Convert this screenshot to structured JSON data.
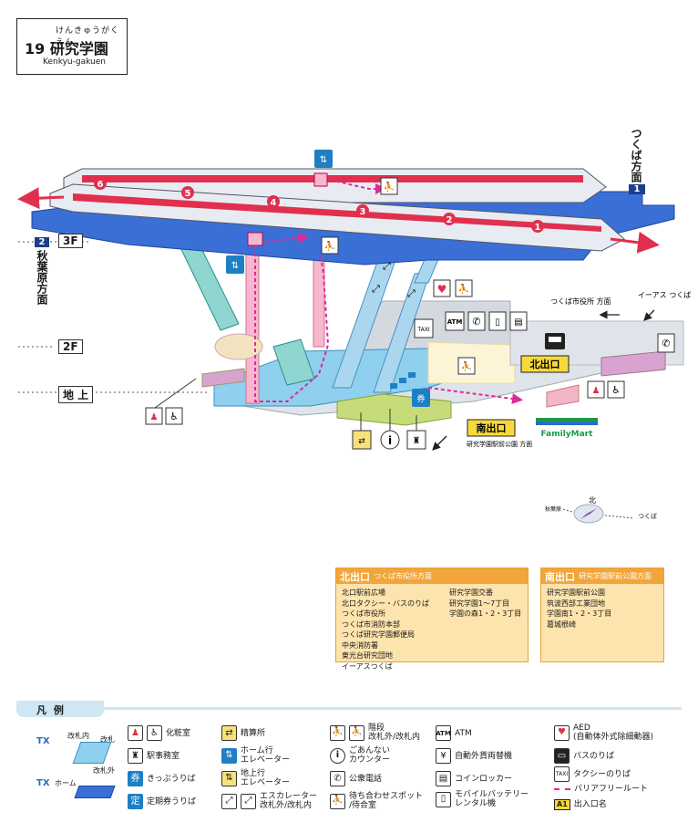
{
  "station": {
    "ruby": "けんきゅうがくえん",
    "number_name": "19 研究学園",
    "romaji": "Kenkyu-gakuen"
  },
  "floors": {
    "f3": "3F",
    "f2": "2F",
    "ground": "地 上"
  },
  "directions": {
    "tsukuba": "つくば方面",
    "tsukuba_num": "1",
    "akihabara": "秋葉原方面",
    "akihabara_num": "2",
    "city_office": "つくば市役所\n方面",
    "iias": "イーアス\nつくば",
    "research_park": "研究学園駅前公園 方面"
  },
  "car_numbers": [
    "6",
    "5",
    "4",
    "3",
    "2",
    "1"
  ],
  "exits": {
    "north": "北出口",
    "south": "南出口"
  },
  "facilities": {
    "familymart": "FamilyMart",
    "atm": "ATM",
    "taxi": "TAXI"
  },
  "compass": {
    "north": "北",
    "akihabara": "秋葉原",
    "tsukuba": "つくば"
  },
  "north_info": {
    "exit": "北出口",
    "direction": "つくば市役所方面",
    "col1": [
      "北口駅前広場",
      "北口タクシー・バスのりば",
      "つくば市役所",
      "つくば市消防本部",
      "つくば研究学園郵便局",
      "中央消防署",
      "東光台研究団地",
      "イーアスつくば"
    ],
    "col2": [
      "研究学園交番",
      "研究学園1～7丁目",
      "学園の森1・2・3丁目"
    ]
  },
  "south_info": {
    "exit": "南出口",
    "direction": "研究学園駅前公園方面",
    "items": [
      "研究学園駅前公園",
      "筑波西部工業団地",
      "学園南1・2・3丁目",
      "葛城根崎"
    ]
  },
  "legend": {
    "title": "凡 例",
    "gate_inside": "改札内",
    "gate": "改札",
    "gate_outside": "改札外",
    "platform": "ホーム",
    "items": {
      "restroom": "化粧室",
      "station_office": "駅事務室",
      "ticket": "きっぷうりば",
      "commuter_pass": "定期券うりば",
      "fare_adjust": "精算所",
      "platform_elevator": "ホーム行\nエレベーター",
      "ground_elevator": "地上行\nエレベーター",
      "escalator": "エスカレーター\n改札外/改札内",
      "stairs": "階段\n改札外/改札内",
      "info_counter": "ごあんない\nカウンター",
      "public_phone": "公衆電話",
      "waiting": "待ち合わせスポット\n/待合室",
      "atm": "ATM",
      "exchange": "自動外貨両替機",
      "locker": "コインロッカー",
      "battery": "モバイルバッテリー\nレンタル機",
      "aed": "AED\n(自動体外式除細動器)",
      "bus": "バスのりば",
      "taxi": "タクシーのりば",
      "barrier_free": "バリアフリールート",
      "exit_name": "出入口名",
      "exit_badge": "A1"
    }
  },
  "colors": {
    "platform_blue": "#3a6fd6",
    "train_red": "#e0304e",
    "exit_yellow": "#f7d93a",
    "route_magenta": "#e0289a"
  }
}
